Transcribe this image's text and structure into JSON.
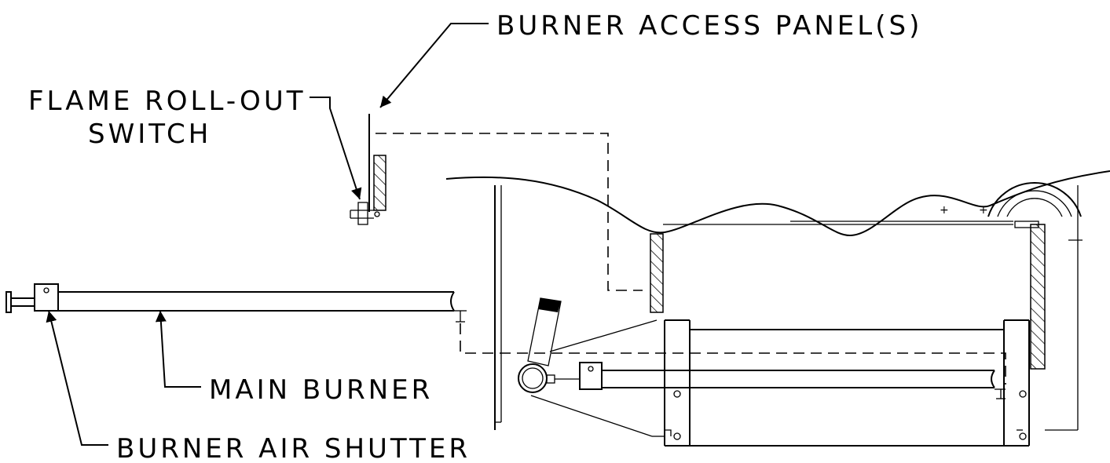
{
  "labels": {
    "burner_access_panel": "BURNER ACCESS PANEL(S)",
    "flame_rollout_line1": "FLAME ROLL-OUT",
    "flame_rollout_line2": "SWITCH",
    "main_burner": "MAIN BURNER",
    "burner_air_shutter": "BURNER AIR SHUTTER"
  }
}
